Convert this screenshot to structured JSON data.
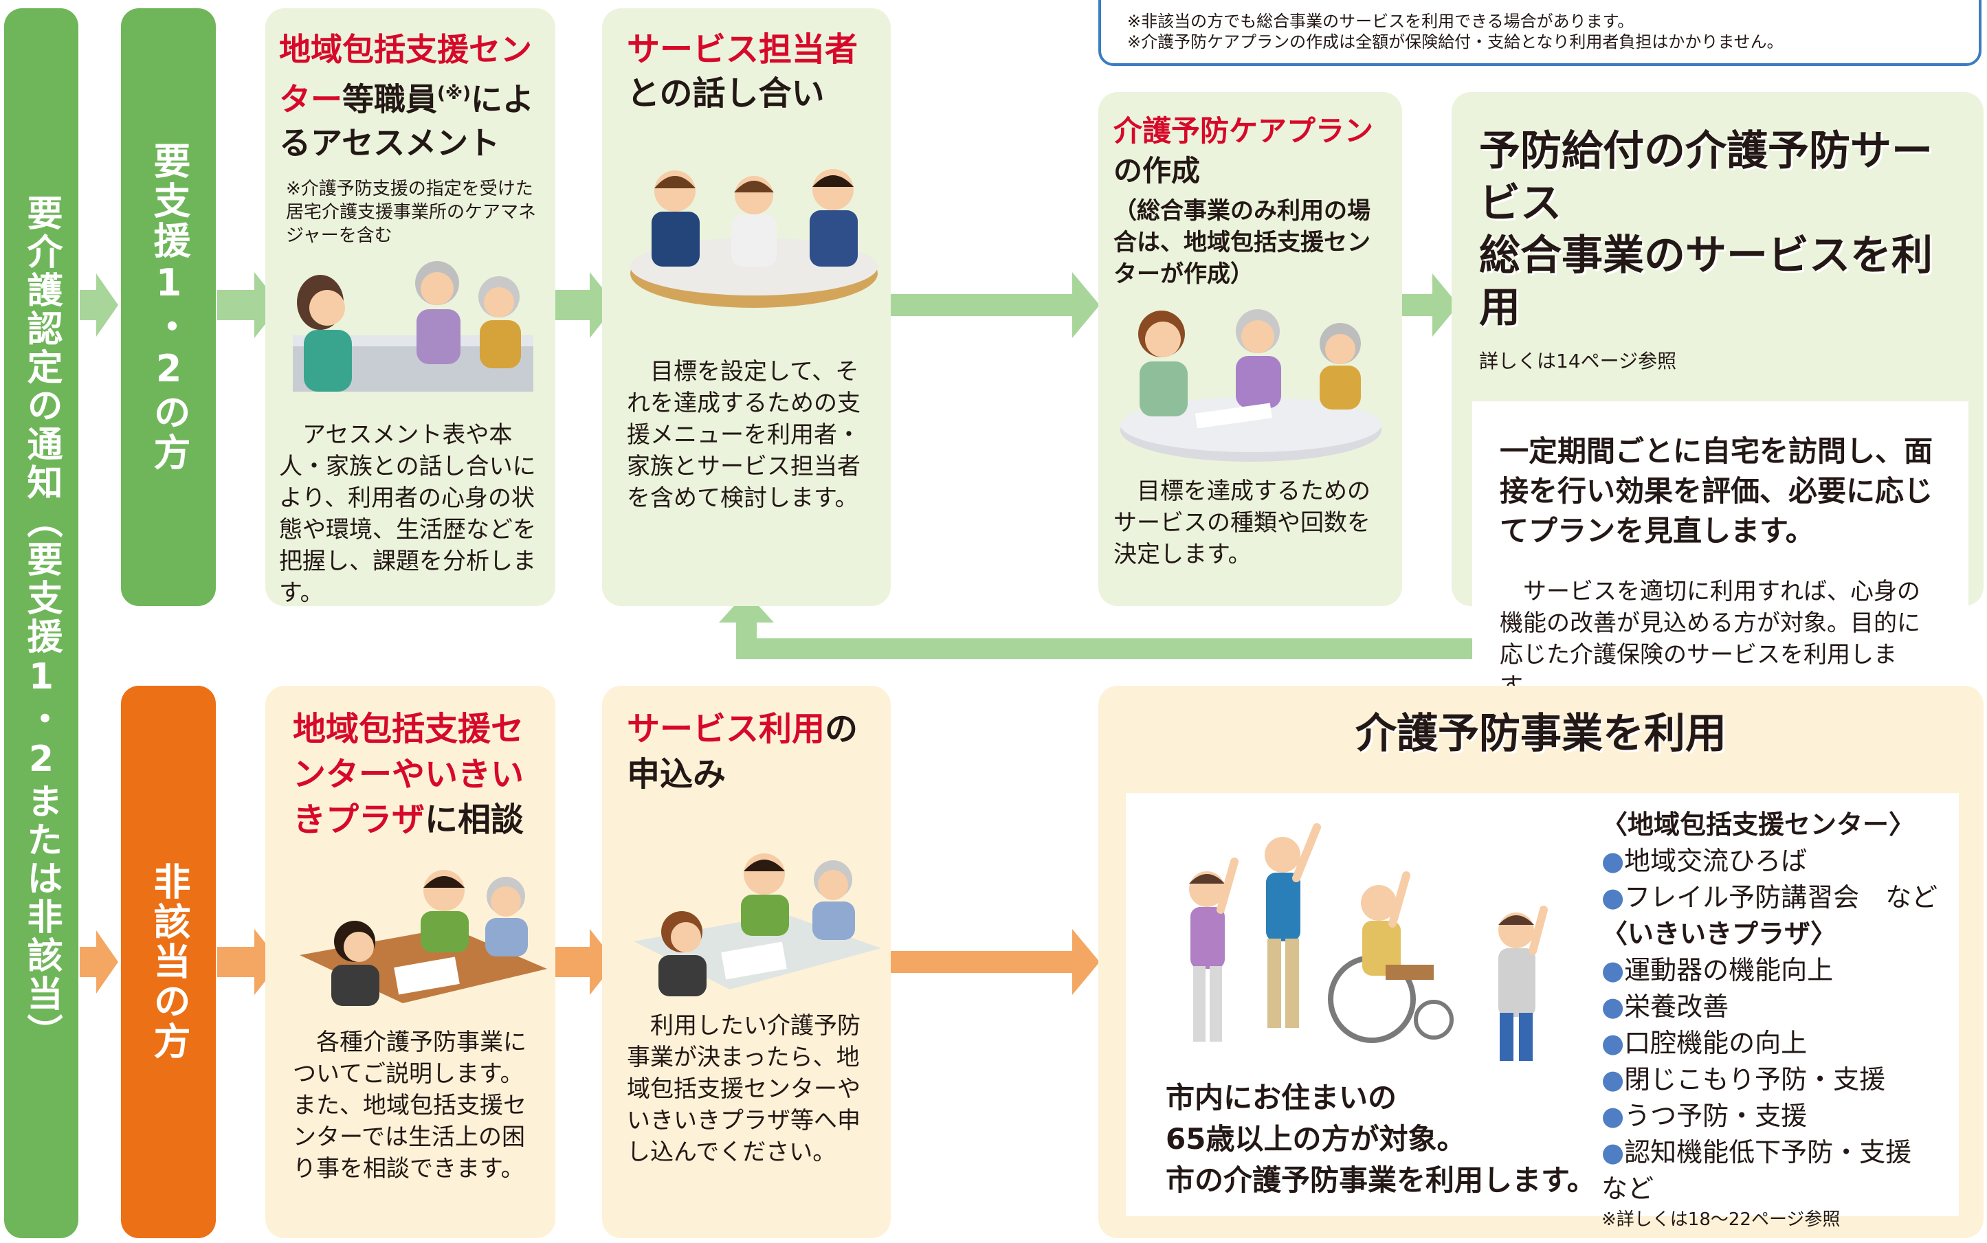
{
  "top_box": {
    "note1": "※非該当の方でも総合事業のサービスを利用できる場合があります。",
    "note2": "※介護予防ケアプランの作成は全額が保険給付・支給となり利用者負担はかかりません。"
  },
  "left_bar": {
    "text": "要介護認定の通知（要支援1・2または非該当）"
  },
  "support_bar": {
    "text": "要支援1・2の方"
  },
  "nonapp_bar": {
    "text": "非該当の方"
  },
  "row1": {
    "assessment": {
      "title_red": "地域包括支援センター",
      "title_black_a": "等職員",
      "title_sup": "(※)",
      "title_black_b": "によるアセスメント",
      "note": "※介護予防支援の指定を受けた居宅介護支援事業所のケアマネジャーを含む",
      "body": "　アセスメント表や本人・家族との話し合いにより、利用者の心身の状態や環境、生活歴などを把握し、課題を分析します。"
    },
    "discussion": {
      "title_red": "サービス担当者",
      "title_black": "との話し合い",
      "body": "　目標を設定して、それを達成するための支援メニューを利用者・家族とサービス担当者を含めて検討します。"
    },
    "careplan": {
      "title_red": "介護予防ケアプラン",
      "title_black": "の作成",
      "sub": "（総合事業のみ利用の場合は、地域包括支援センターが作成）",
      "body": "　目標を達成するためのサービスの種類や回数を決定します。"
    },
    "use": {
      "title_line1": "予防給付の介護予防サービス",
      "title_line2": "総合事業のサービスを利用",
      "ref": "詳しくは14ページ参照",
      "box_bold": "一定期間ごとに自宅を訪問し、面接を行い効果を評価、必要に応じてプランを見直します。",
      "box_body": "　サービスを適切に利用すれば、心身の機能の改善が見込める方が対象。目的に応じた介護保険のサービスを利用します。"
    }
  },
  "row2": {
    "consult": {
      "title_red": "地域包括支援センターやいきいきプラザ",
      "title_black": "に相談",
      "body": "　各種介護予防事業についてご説明します。また、地域包括支援センターでは生活上の困り事を相談できます。"
    },
    "apply": {
      "title_red": "サービス利用",
      "title_black_a": "の",
      "title_black_b": "申込み",
      "body": "　利用したい介護予防事業が決まったら、地域包括支援センターやいきいきプラザ等へ申し込んでください。"
    },
    "prevention": {
      "title": "介護予防事業を利用",
      "target_l1": "市内にお住まいの",
      "target_l2": "65歳以上の方が対象。",
      "target_l3": "市の介護予防事業を利用します。",
      "group1_head": "〈地域包括支援センター〉",
      "group1_items": [
        "地域交流ひろば",
        "フレイル予防講習会　など"
      ],
      "group2_head": "〈いきいきプラザ〉",
      "group2_items": [
        "運動器の機能向上",
        "栄養改善",
        "口腔機能の向上",
        "閉じこもり予防・支援",
        "うつ予防・支援",
        "認知機能低下予防・支援　など"
      ],
      "ref": "※詳しくは18〜22ページ参照"
    }
  },
  "colors": {
    "green": "#6fb65a",
    "green_light": "#a8d59a",
    "orange": "#ec7016",
    "orange_light": "#f4a762",
    "red": "#d7092a",
    "card_green": "#ebf3dc",
    "card_yellow": "#fdf2d7",
    "bullet": "#4f7ec4"
  }
}
